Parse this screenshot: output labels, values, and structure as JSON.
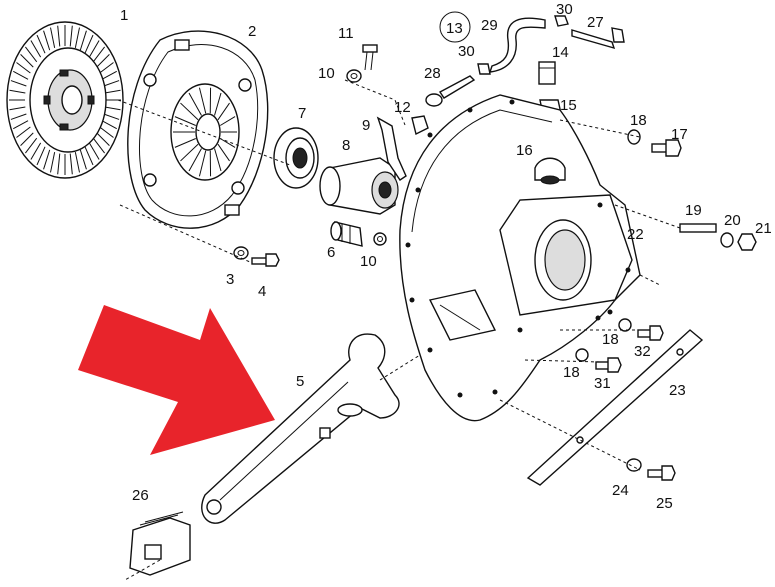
{
  "diagram": {
    "callouts": {
      "c1": "1",
      "c2": "2",
      "c3": "3",
      "c4": "4",
      "c5": "5",
      "c6": "6",
      "c7": "7",
      "c8": "8",
      "c9": "9",
      "c10a": "10",
      "c10b": "10",
      "c11": "11",
      "c12": "12",
      "c13": "13",
      "c14": "14",
      "c15": "15",
      "c16": "16",
      "c17": "17",
      "c18a": "18",
      "c18b": "18",
      "c18c": "18",
      "c19": "19",
      "c20": "20",
      "c21": "21",
      "c22": "22",
      "c23": "23",
      "c24": "24",
      "c25": "25",
      "c26": "26",
      "c27": "27",
      "c28": "28",
      "c29": "29",
      "c30a": "30",
      "c30b": "30",
      "c31": "31",
      "c32": "32"
    },
    "colors": {
      "arrow": "#e8242b",
      "line": "#111111"
    },
    "highlight_icon": "red-arrow-pointing-to-part-5"
  }
}
